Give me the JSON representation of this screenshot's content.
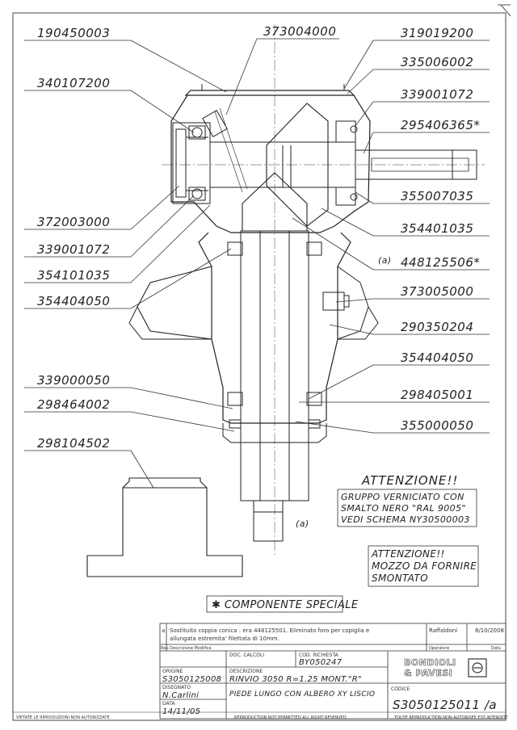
{
  "callouts_left": [
    "190450003",
    "340107200",
    "372003000",
    "339001072",
    "354101035",
    "354404050",
    "339000050",
    "298464002",
    "298104502"
  ],
  "callouts_right": [
    "319019200",
    "335006002",
    "339001072",
    "295406365*",
    "355007035",
    "354401035",
    "448125506*",
    "373005000",
    "290350204",
    "354404050",
    "298405001",
    "355000050"
  ],
  "callout_top": "373004000",
  "marker_a": "(a)",
  "notes": {
    "attention1_title": "ATTENZIONE!!",
    "attention1_lines": [
      "GRUPPO VERNICIATO CON",
      "SMALTO NERO \"RAL 9005\"",
      "VEDI SCHEMA NY30500003"
    ],
    "attention2_lines": [
      "ATTENZIONE!!",
      "MOZZO DA FORNIRE",
      "SMONTATO"
    ],
    "special": "✱ COMPONENTE SPECIALE"
  },
  "title_block": {
    "rev_letter": "a",
    "rev_desc_1": "Sostituita coppia conica : era 448125501. Eliminato foro per copiglia e",
    "rev_desc_2": "allungata estremita' filettata di 10mm.",
    "rev_operator": "Raffaldoni",
    "rev_date": "8/10/2008",
    "hdr_rev": "Rev.",
    "hdr_desc": "Descrizione Modifica",
    "hdr_operator": "Operatore",
    "hdr_date": "Data",
    "lbl_calc": "DOC. CALCOLI",
    "lbl_request": "COD. RICHIESTA",
    "request_value": "BY050247",
    "lbl_origin": "ORIGINE",
    "origin_value": "S3050125008",
    "lbl_description": "DESCRIZIONE",
    "desc_line1": "RINVIO 3050 R=1.25 MONT.\"R\"",
    "desc_line2": "PIEDE LUNGO CON ALBERO XY LISCIO",
    "lbl_drawn": "DISEGNATO",
    "drawn_value": "N.Carlini",
    "lbl_date": "DATA",
    "date_value": "14/11/05",
    "lbl_code": "CODICE",
    "code_value": "S3050125011",
    "revision_value": "/a",
    "logo_line1": "BONDIOLI",
    "logo_line2": "& PAVESI",
    "footer_1": "VIETATE LE RIPRODUZIONI NON AUTORIZZATE",
    "footer_2": "REPRODUCTION NOT PERMITTED ALL RIGHT RESERVED",
    "footer_3": "TOUTE REPRODUCTION NON AUTORISEE EST INTERDITE"
  }
}
